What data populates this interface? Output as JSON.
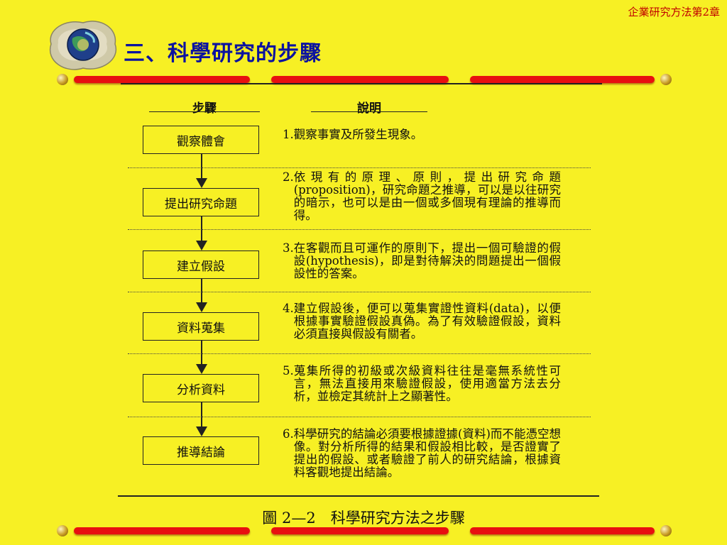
{
  "header": {
    "chapter": "企業研究方法第2章",
    "title": "三、科學研究的步驟"
  },
  "table": {
    "col_steps": "步驟",
    "col_desc": "說明"
  },
  "steps": [
    {
      "label": "觀察體會",
      "num": "1.",
      "desc": "觀察事實及所發生現象。"
    },
    {
      "label": "提出研究命題",
      "num": "2.",
      "desc": "依現有的原理、原則，提出研究命題(proposition)，研究命題之推導，可以是以往研究的暗示，也可以是由一個或多個現有理論的推導而得。"
    },
    {
      "label": "建立假設",
      "num": "3.",
      "desc": "在客觀而且可運作的原則下，提出一個可驗證的假設(hypothesis)，即是對待解決的問題提出一個假設性的答案。"
    },
    {
      "label": "資料蒐集",
      "num": "4.",
      "desc": "建立假設後，便可以蒐集實證性資料(data)，以便根據事實驗證假設真偽。為了有效驗證假設，資料必須直接與假設有關者。"
    },
    {
      "label": "分析資料",
      "num": "5.",
      "desc": "蒐集所得的初級或次級資料往往是毫無系統性可言，無法直接用來驗證假設，使用適當方法去分析，並檢定其統計上之顯著性。"
    },
    {
      "label": "推導結論",
      "num": "6.",
      "desc": "科學研究的結論必須要根據證據(資料)而不能憑空想像。對分析所得的結果和假設相比較，是否證實了提出的假設、或者驗證了前人的研究結論，根據資料客觀地提出結論。"
    }
  ],
  "caption": "圖 2—2　科學研究方法之步驟",
  "colors": {
    "background": "#f7f024",
    "title": "#0b12a0",
    "chapter": "#c00000",
    "bar": "#e81010"
  }
}
